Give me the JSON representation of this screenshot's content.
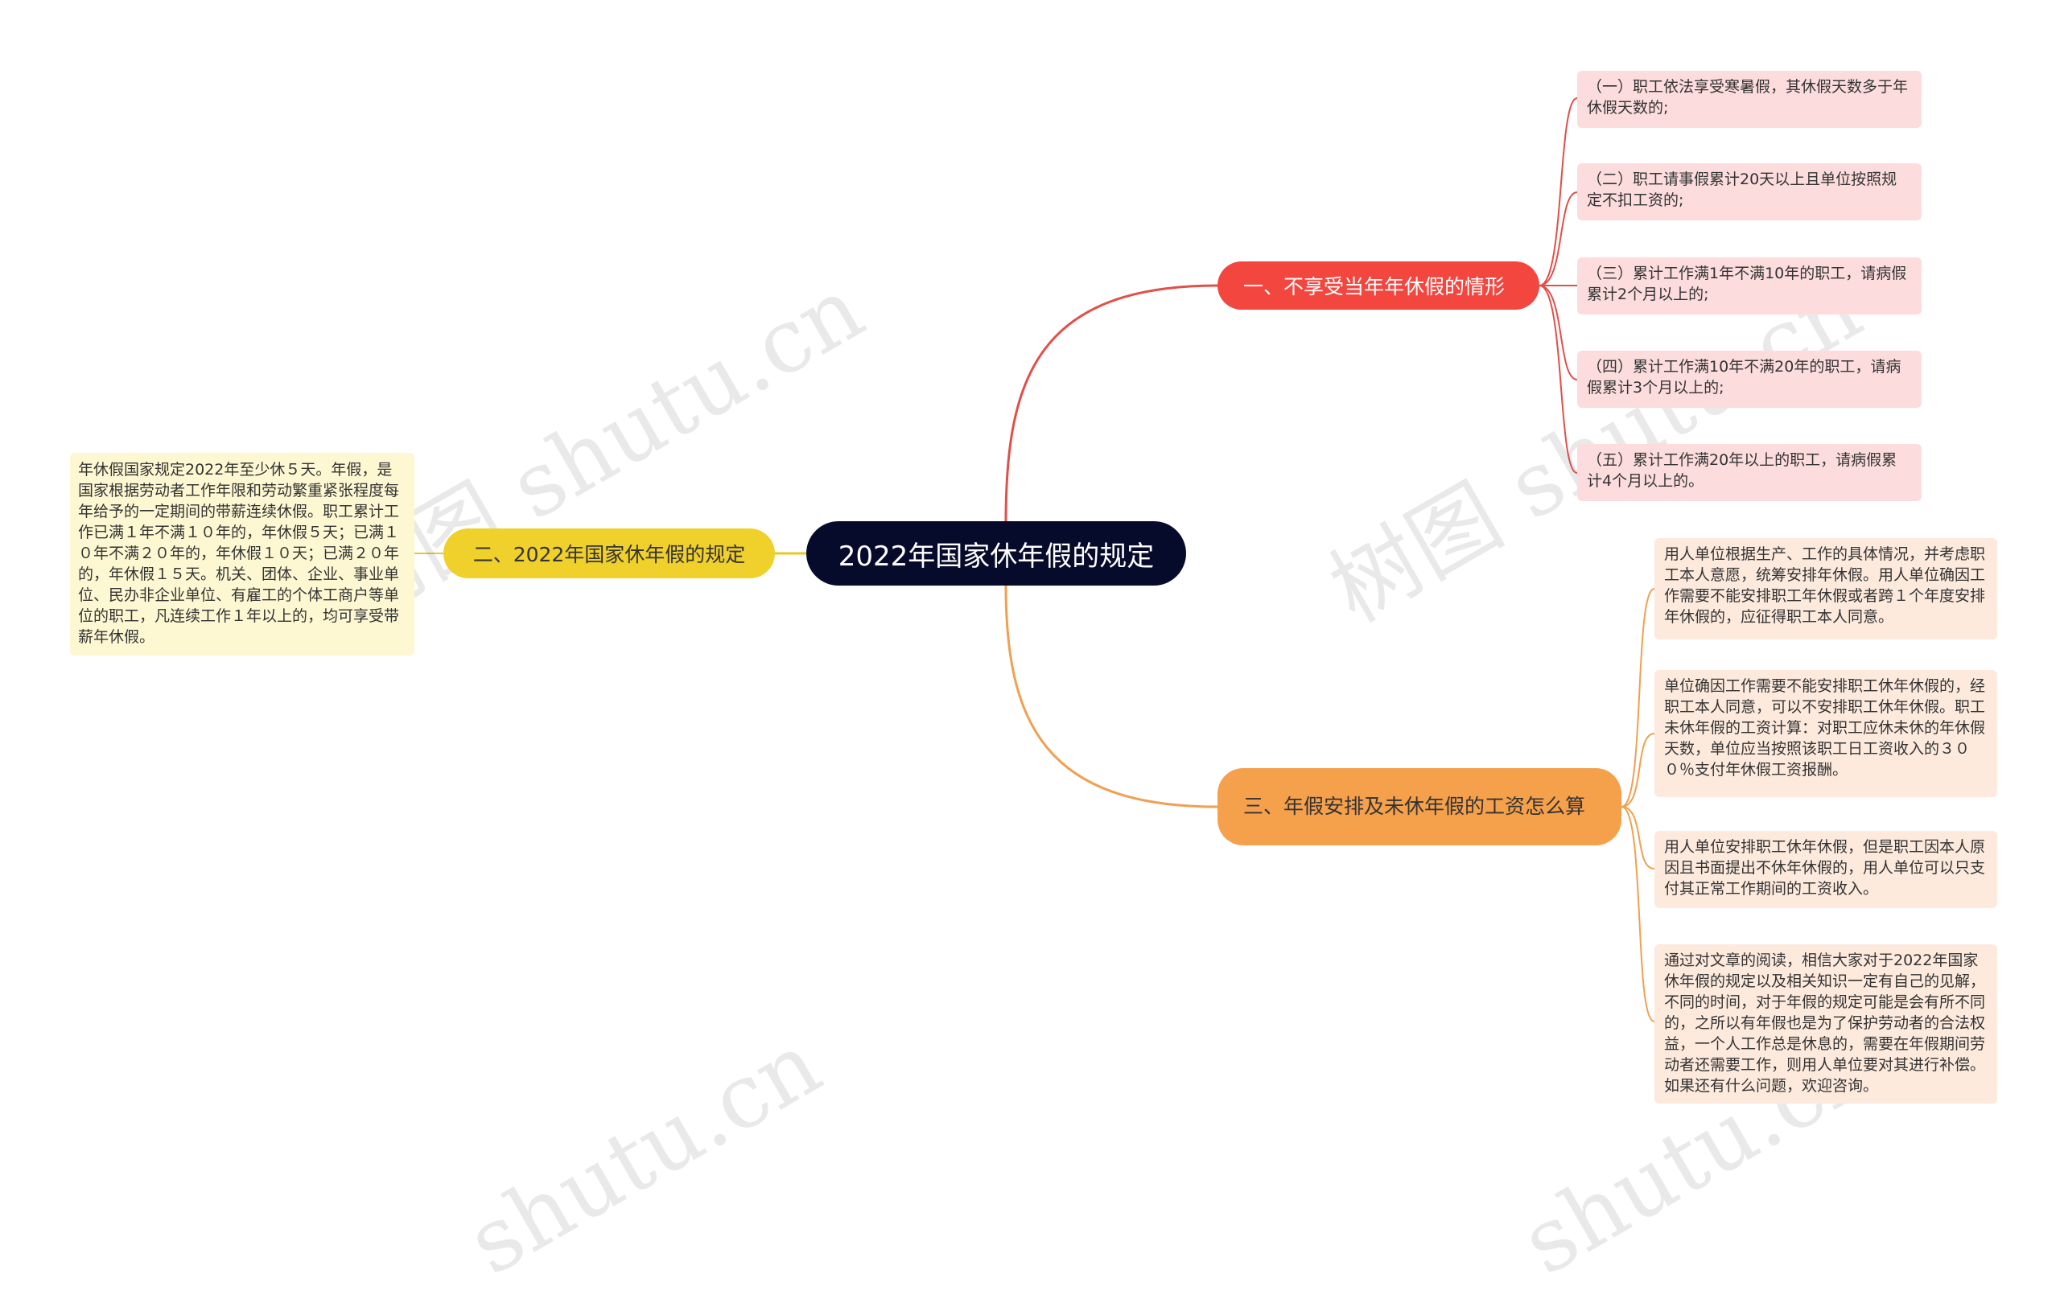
{
  "center": {
    "label": "2022年国家休年假的规定"
  },
  "branches": [
    {
      "label": "一、不享受当年年休假的情形",
      "color": "#f2463f",
      "leaves": [
        "（一）职工依法享受寒暑假，其休假天数多于年休假天数的;",
        "（二）职工请事假累计20天以上且单位按照规定不扣工资的;",
        "（三）累计工作满1年不满10年的职工，请病假累计2个月以上的;",
        "（四）累计工作满10年不满20年的职工，请病假累计3个月以上的;",
        "（五）累计工作满20年以上的职工，请病假累计4个月以上的。"
      ]
    },
    {
      "label": "二、2022年国家休年假的规定",
      "color": "#f0d02a",
      "leaves": [
        "年休假国家规定2022年至少休５天。年假，是国家根据劳动者工作年限和劳动繁重紧张程度每年给予的一定期间的带薪连续休假。职工累计工作已满１年不满１０年的，年休假５天；已满１０年不满２０年的，年休假１０天；已满２０年的，年休假１５天。机关、团体、企业、事业单位、民办非企业单位、有雇工的个体工商户等单位的职工，凡连续工作１年以上的，均可享受带薪年休假。"
      ]
    },
    {
      "label": "三、年假安排及未休年假的工资怎么算",
      "color": "#f5a04b",
      "leaves": [
        "用人单位根据生产、工作的具体情况，并考虑职工本人意愿，统筹安排年休假。用人单位确因工作需要不能安排职工年休假或者跨１个年度安排年休假的，应征得职工本人同意。",
        "单位确因工作需要不能安排职工休年休假的，经职工本人同意，可以不安排职工休年休假。职工未休年假的工资计算：对职工应休未休的年休假天数，单位应当按照该职工日工资收入的３００％支付年休假工资报酬。",
        "用人单位安排职工休年休假，但是职工因本人原因且书面提出不休年休假的，用人单位可以只支付其正常工作期间的工资收入。",
        "通过对文章的阅读，相信大家对于2022年国家休年假的规定以及相关知识一定有自己的见解，不同的时间，对于年假的规定可能是会有所不同的，之所以有年假也是为了保护劳动者的合法权益，一个人工作总是休息的，需要在年假期间劳动者还需要工作，则用人单位要对其进行补偿。如果还有什么问题，欢迎咨询。"
      ]
    }
  ],
  "watermark": [
    "树图 shutu.cn",
    "树图 shutu.cn",
    "shutu.cn",
    "shutu.cn"
  ]
}
